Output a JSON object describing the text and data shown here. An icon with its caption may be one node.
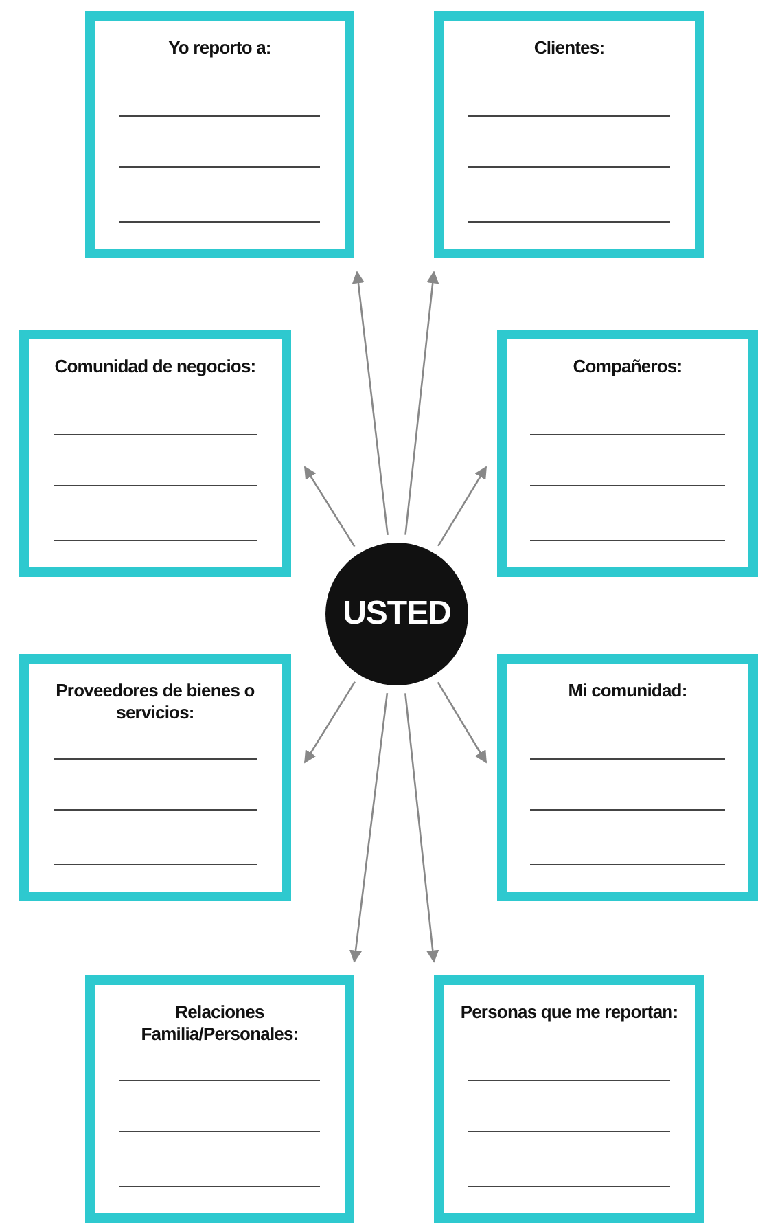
{
  "diagram": {
    "nodes": [
      {
        "text": [
          "Yo reporto a:"
        ]
      },
      {
        "text": [
          "Clientes:"
        ]
      },
      {
        "text": [
          "Comunidad de negocios:"
        ]
      },
      {
        "text": [
          "Compañeros:"
        ]
      },
      {
        "text": [
          "USTED"
        ]
      },
      {
        "text": [
          "Proveedores de bienes o servicios:"
        ]
      },
      {
        "text": [
          "Mi comunidad:"
        ]
      },
      {
        "text": [
          "Relaciones Familia/Personales:"
        ]
      },
      {
        "text": [
          "Personas que me reportan:"
        ]
      }
    ],
    "edges": [
      {
        "from": 4,
        "to": 0,
        "arrow": "to"
      },
      {
        "from": 4,
        "to": 1,
        "arrow": "to"
      },
      {
        "from": 4,
        "to": 2,
        "arrow": "to"
      },
      {
        "from": 4,
        "to": 3,
        "arrow": "to"
      },
      {
        "from": 4,
        "to": 5,
        "arrow": "to"
      },
      {
        "from": 4,
        "to": 6,
        "arrow": "to"
      },
      {
        "from": 4,
        "to": 7,
        "arrow": "to"
      },
      {
        "from": 4,
        "to": 8,
        "arrow": "to"
      }
    ]
  }
}
